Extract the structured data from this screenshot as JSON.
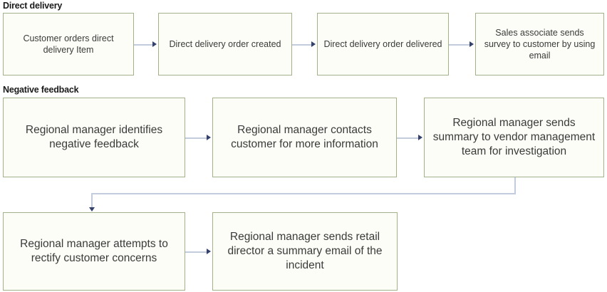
{
  "diagram": {
    "title_visible": false,
    "colors": {
      "node_border": "#a3b18a",
      "node_fill": "#fdfdf8",
      "connector_line": "#c2ccdd",
      "arrow_head": "#33416b",
      "heading_text": "#1a1a1a",
      "node_text": "#3a3a3a"
    },
    "sections": [
      {
        "heading": "Direct delivery",
        "nodes": [
          {
            "label": "Customer orders direct delivery Item"
          },
          {
            "label": "Direct delivery order created"
          },
          {
            "label": "Direct delivery order delivered"
          },
          {
            "label": "Sales associate sends survey to customer by using email"
          }
        ]
      },
      {
        "heading": "Negative feedback",
        "nodes": [
          {
            "label": "Regional manager identifies negative feedback"
          },
          {
            "label": "Regional manager contacts customer for more information"
          },
          {
            "label": "Regional manager sends summary to vendor management team for investigation"
          },
          {
            "label": "Regional manager attempts to rectify customer concerns"
          },
          {
            "label": "Regional manager sends retail director a summary email of the incident"
          }
        ]
      }
    ],
    "connectors": [
      {
        "name": "dd-1-to-2",
        "type": "straight-right"
      },
      {
        "name": "dd-2-to-3",
        "type": "straight-right"
      },
      {
        "name": "dd-3-to-4",
        "type": "straight-right"
      },
      {
        "name": "nf-1-to-2",
        "type": "straight-right"
      },
      {
        "name": "nf-2-to-3",
        "type": "straight-right"
      },
      {
        "name": "nf-3-to-4",
        "type": "elbow-down-left"
      },
      {
        "name": "nf-4-to-5",
        "type": "straight-right"
      }
    ]
  }
}
